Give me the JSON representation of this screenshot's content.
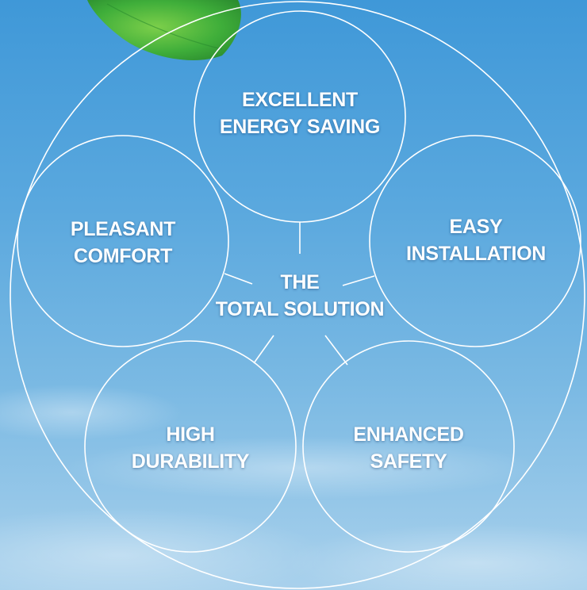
{
  "center": {
    "line1": "THE",
    "line2": "TOTAL SOLUTION"
  },
  "nodes": {
    "energy": {
      "line1": "EXCELLENT",
      "line2": "ENERGY SAVING"
    },
    "comfort": {
      "line1": "PLEASANT",
      "line2": "COMFORT"
    },
    "installation": {
      "line1": "EASY",
      "line2": "INSTALLATION"
    },
    "durability": {
      "line1": "HIGH",
      "line2": "DURABILITY"
    },
    "safety": {
      "line1": "ENHANCED",
      "line2": "SAFETY"
    }
  },
  "colors": {
    "sky_top": "#3f98d8",
    "sky_bottom": "#a9d1ec",
    "line": "#ffffff",
    "leaf": "#3fae3a"
  }
}
